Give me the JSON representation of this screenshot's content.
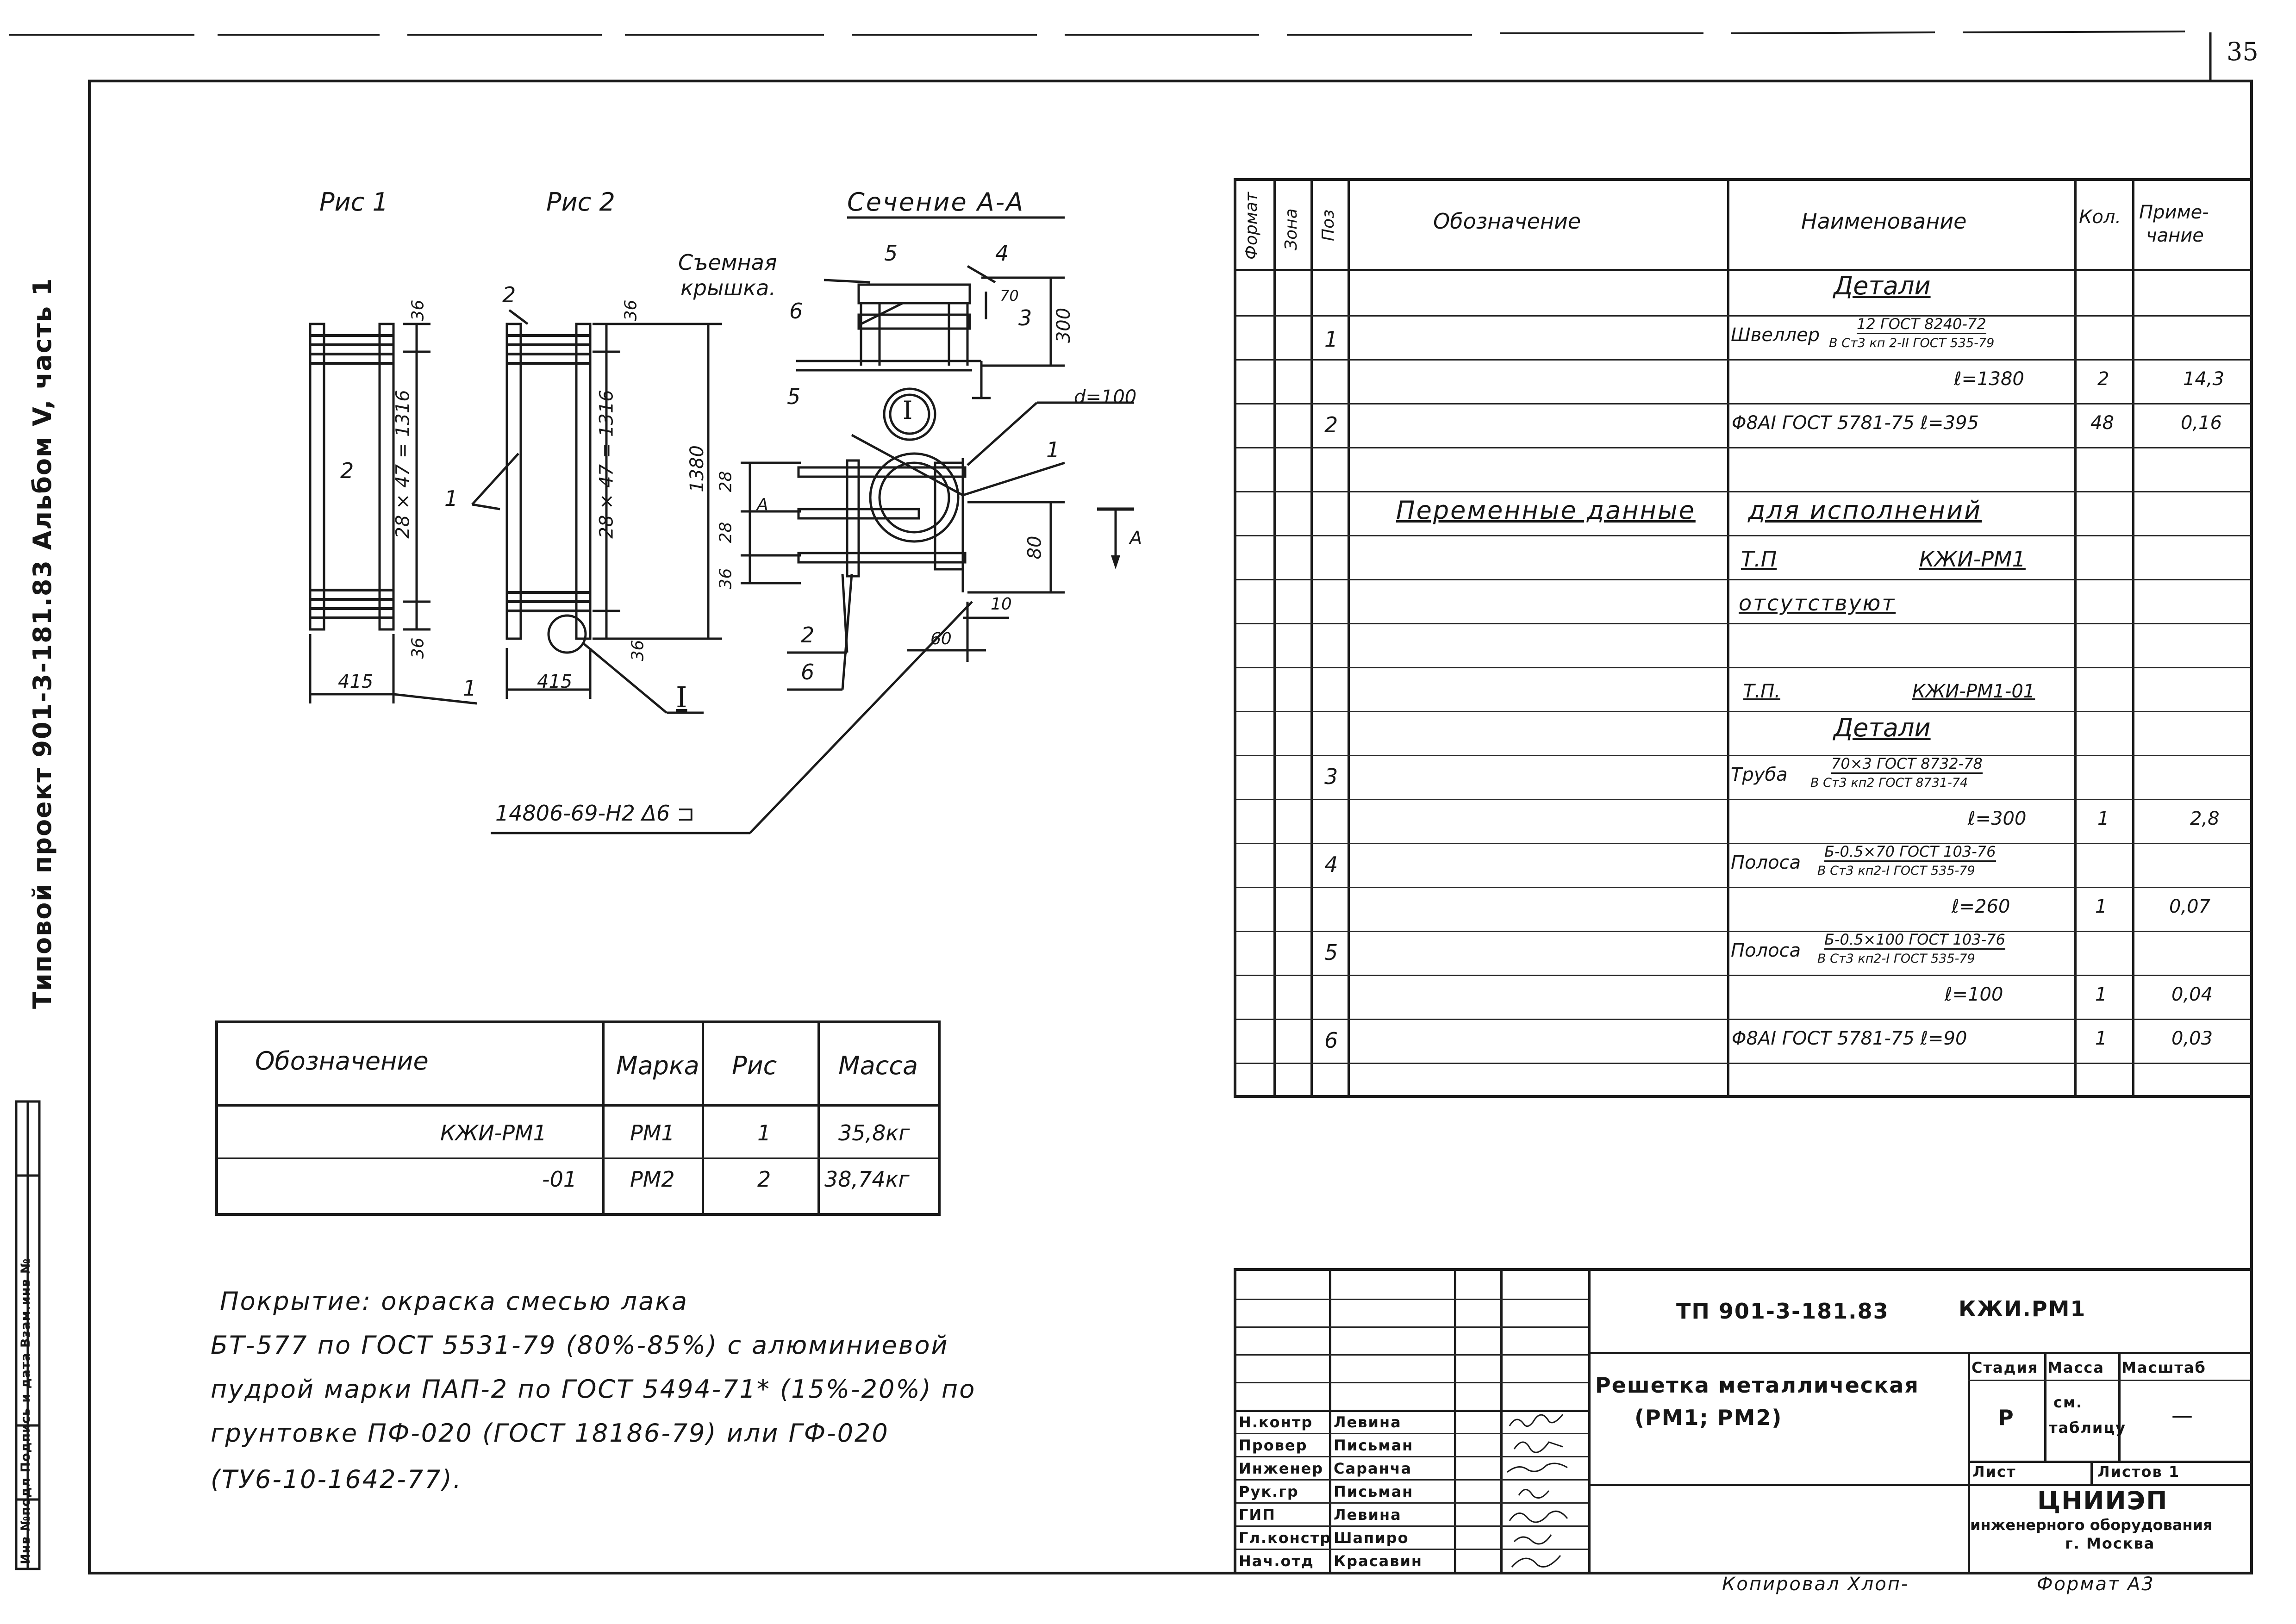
{
  "sheet": {
    "number": "35",
    "side_title": "Типовой проект 901-3-181.83   Альбом V, часть 1",
    "inv_strip": "Инв №подл  Подпись и дата  Взам.инв №",
    "copied": "Копировал  Хлоп-",
    "format": "Формат А3"
  },
  "drawing": {
    "fig1": "Рис 1",
    "fig2": "Рис 2",
    "section": "Сечение А-А",
    "cover_label_1": "Съемная",
    "cover_label_2": "крышка.",
    "dim_36a": "36",
    "dim_36b": "36",
    "dim_36c": "36",
    "dim_36d": "36",
    "dim_36e": "36",
    "dim_pitch_1": "28 × 47 = 1316",
    "dim_pitch_2": "28 × 47 = 1316",
    "dim_1380": "1380",
    "dim_415a": "415",
    "dim_415b": "415",
    "dim_300": "300",
    "dim_70": "70",
    "dim_28a": "28",
    "dim_28b": "28",
    "dim_80": "80",
    "dim_60": "60",
    "dim_10": "10",
    "dim_d100": "d=100",
    "pos_1a": "1",
    "pos_1b": "1",
    "pos_1c": "1",
    "pos_2a": "2",
    "pos_2b": "2",
    "pos_2c": "2",
    "pos_3": "3",
    "pos_4": "4",
    "pos_5a": "5",
    "pos_5b": "5",
    "pos_6a": "6",
    "pos_6b": "6",
    "node_I": "I",
    "node_I2": "I",
    "cut_A": "А",
    "cut_A2": "А",
    "weld": "14806-69-Н2 Δ6 ⊐"
  },
  "marks_table": {
    "headers": [
      "Обозначение",
      "Марка",
      "Рис",
      "Масса"
    ],
    "rows": [
      [
        "КЖИ-РМ1",
        "РМ1",
        "1",
        "35,8кг"
      ],
      [
        "-01",
        "РМ2",
        "2",
        "38,74кг"
      ]
    ]
  },
  "coating_note": [
    "Покрытие: окраска смесью лака",
    "БТ-577 по ГОСТ 5531-79 (80%-85%) с алюминиевой",
    "пудрой марки ПАП-2 по ГОСТ 5494-71* (15%-20%) по",
    "грунтовке ПФ-020 (ГОСТ 18186-79) или ГФ-020",
    "(ТУ6-10-1642-77)."
  ],
  "spec": {
    "headers": {
      "format": "Формат",
      "zone": "Зона",
      "pos": "Поз",
      "designation": "Обозначение",
      "name": "Наименование",
      "qty": "Кол.",
      "note_1": "Приме-",
      "note_2": "чание"
    },
    "details_1": "Детали",
    "r1_pos": "1",
    "r1_name": "Швеллер",
    "r1_num": "12 ГОСТ 8240-72",
    "r1_den": "В Ст3 кп 2-II ГОСТ 535-79",
    "r1_len": "ℓ=1380",
    "r1_qty": "2",
    "r1_note": "14,3",
    "r2_pos": "2",
    "r2_name": "Φ8АI ГОСТ 5781-75   ℓ=395",
    "r2_qty": "48",
    "r2_note": "0,16",
    "variable_left": "Переменные данные",
    "variable_right": "для исполнений",
    "tp_label_1": "Т.П",
    "tp_mark_1": "КЖИ-РМ1",
    "absent": "отсутствуют",
    "tp_label_2": "Т.П.",
    "tp_mark_2": "КЖИ-РМ1-01",
    "details_2": "Детали",
    "r3_pos": "3",
    "r3_name": "Труба",
    "r3_num": "70×3 ГОСТ 8732-78",
    "r3_den": "В Ст3 кп2  ГОСТ 8731-74",
    "r3_len": "ℓ=300",
    "r3_qty": "1",
    "r3_note": "2,8",
    "r4_pos": "4",
    "r4_name": "Полоса",
    "r4_num": "Б-0.5×70 ГОСТ 103-76",
    "r4_den": "В Ст3 кп2-I ГОСТ 535-79",
    "r4_len": "ℓ=260",
    "r4_qty": "1",
    "r4_note": "0,07",
    "r5_pos": "5",
    "r5_name": "Полоса",
    "r5_num": "Б-0.5×100 ГОСТ 103-76",
    "r5_den": "В Ст3 кп2-I ГОСТ 535-79",
    "r5_len": "ℓ=100",
    "r5_qty": "1",
    "r5_note": "0,04",
    "r6_pos": "6",
    "r6_name": "Φ8АI ГОСТ 5781-75  ℓ=90",
    "r6_qty": "1",
    "r6_note": "0,03"
  },
  "title_block": {
    "doc_code": "ТП 901-3-181.83",
    "mark": "КЖИ.РМ1",
    "title_1": "Решетка металлическая",
    "title_2": "(РМ1; РМ2)",
    "stage_h": "Стадия",
    "mass_h": "Масса",
    "scale_h": "Масштаб",
    "stage": "Р",
    "mass_1": "см.",
    "mass_2": "таблицу",
    "scale": "—",
    "sheet": "Лист",
    "sheets": "Листов 1",
    "org_1": "ЦНИИЭП",
    "org_2": "инженерного оборудования",
    "org_3": "г. Москва",
    "roles": [
      "Н.контр",
      "Провер",
      "Инженер",
      "Рук.гр",
      "ГИП",
      "Гл.констр",
      "Нач.отд"
    ],
    "names": [
      "Левина",
      "Письман",
      "Саранча",
      "Письман",
      "Левина",
      "Шапиро",
      "Красавин"
    ]
  }
}
